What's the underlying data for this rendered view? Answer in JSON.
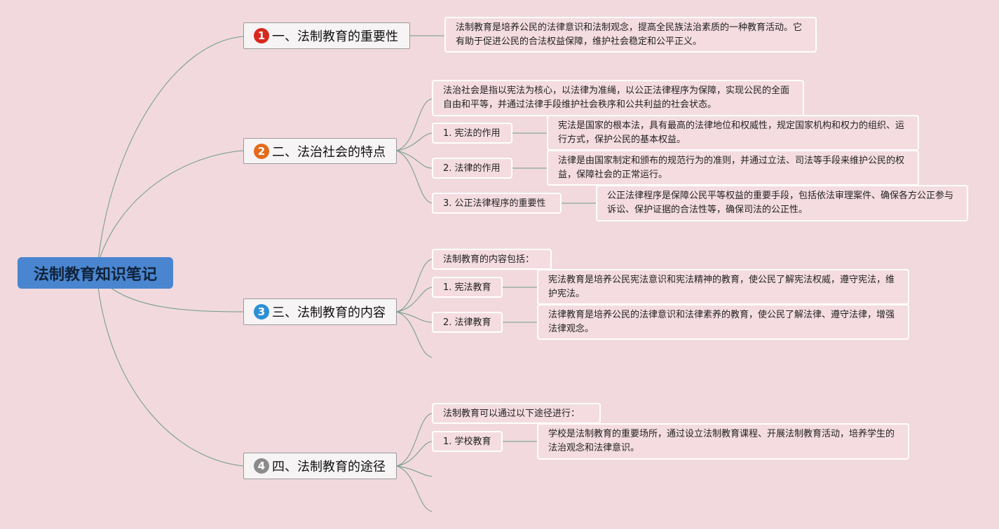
{
  "root": {
    "title": "法制教育知识笔记"
  },
  "badge_colors": [
    "#d8281e",
    "#e36b1c",
    "#2d8fd6",
    "#8b8b8b"
  ],
  "branches": [
    {
      "number": "1",
      "label": "一、法制教育的重要性",
      "desc": "法制教育是培养公民的法律意识和法制观念，提高全民族法治素质的一种教育活动。它有助于促进公民的合法权益保障，维护社会稳定和公平正义。"
    },
    {
      "number": "2",
      "label": "二、法治社会的特点",
      "intro": "法治社会是指以宪法为核心，以法律为准绳，以公正法律程序为保障，实现公民的全面自由和平等，并通过法律手段维护社会秩序和公共利益的社会状态。",
      "items": [
        {
          "label": "1. 宪法的作用",
          "desc": "宪法是国家的根本法，具有最高的法律地位和权威性，规定国家机构和权力的组织、运行方式，保护公民的基本权益。"
        },
        {
          "label": "2. 法律的作用",
          "desc": "法律是由国家制定和颁布的规范行为的准则，并通过立法、司法等手段来维护公民的权益，保障社会的正常运行。"
        },
        {
          "label": "3. 公正法律程序的重要性",
          "desc": "公正法律程序是保障公民平等权益的重要手段，包括依法审理案件、确保各方公正参与诉讼、保护证据的合法性等，确保司法的公正性。"
        }
      ]
    },
    {
      "number": "3",
      "label": "三、法制教育的内容",
      "intro": "法制教育的内容包括：",
      "items": [
        {
          "label": "1. 宪法教育",
          "desc": "宪法教育是培养公民宪法意识和宪法精神的教育，使公民了解宪法权威，遵守宪法，维护宪法。"
        },
        {
          "label": "2. 法律教育",
          "desc": "法律教育是培养公民的法律意识和法律素养的教育，使公民了解法律、遵守法律，增强法律观念。"
        }
      ]
    },
    {
      "number": "4",
      "label": "四、法制教育的途径",
      "intro": "法制教育可以通过以下途径进行：",
      "items": [
        {
          "label": "1. 学校教育",
          "desc": "学校是法制教育的重要场所，通过设立法制教育课程、开展法制教育活动，培养学生的法治观念和法律意识。"
        }
      ]
    }
  ]
}
